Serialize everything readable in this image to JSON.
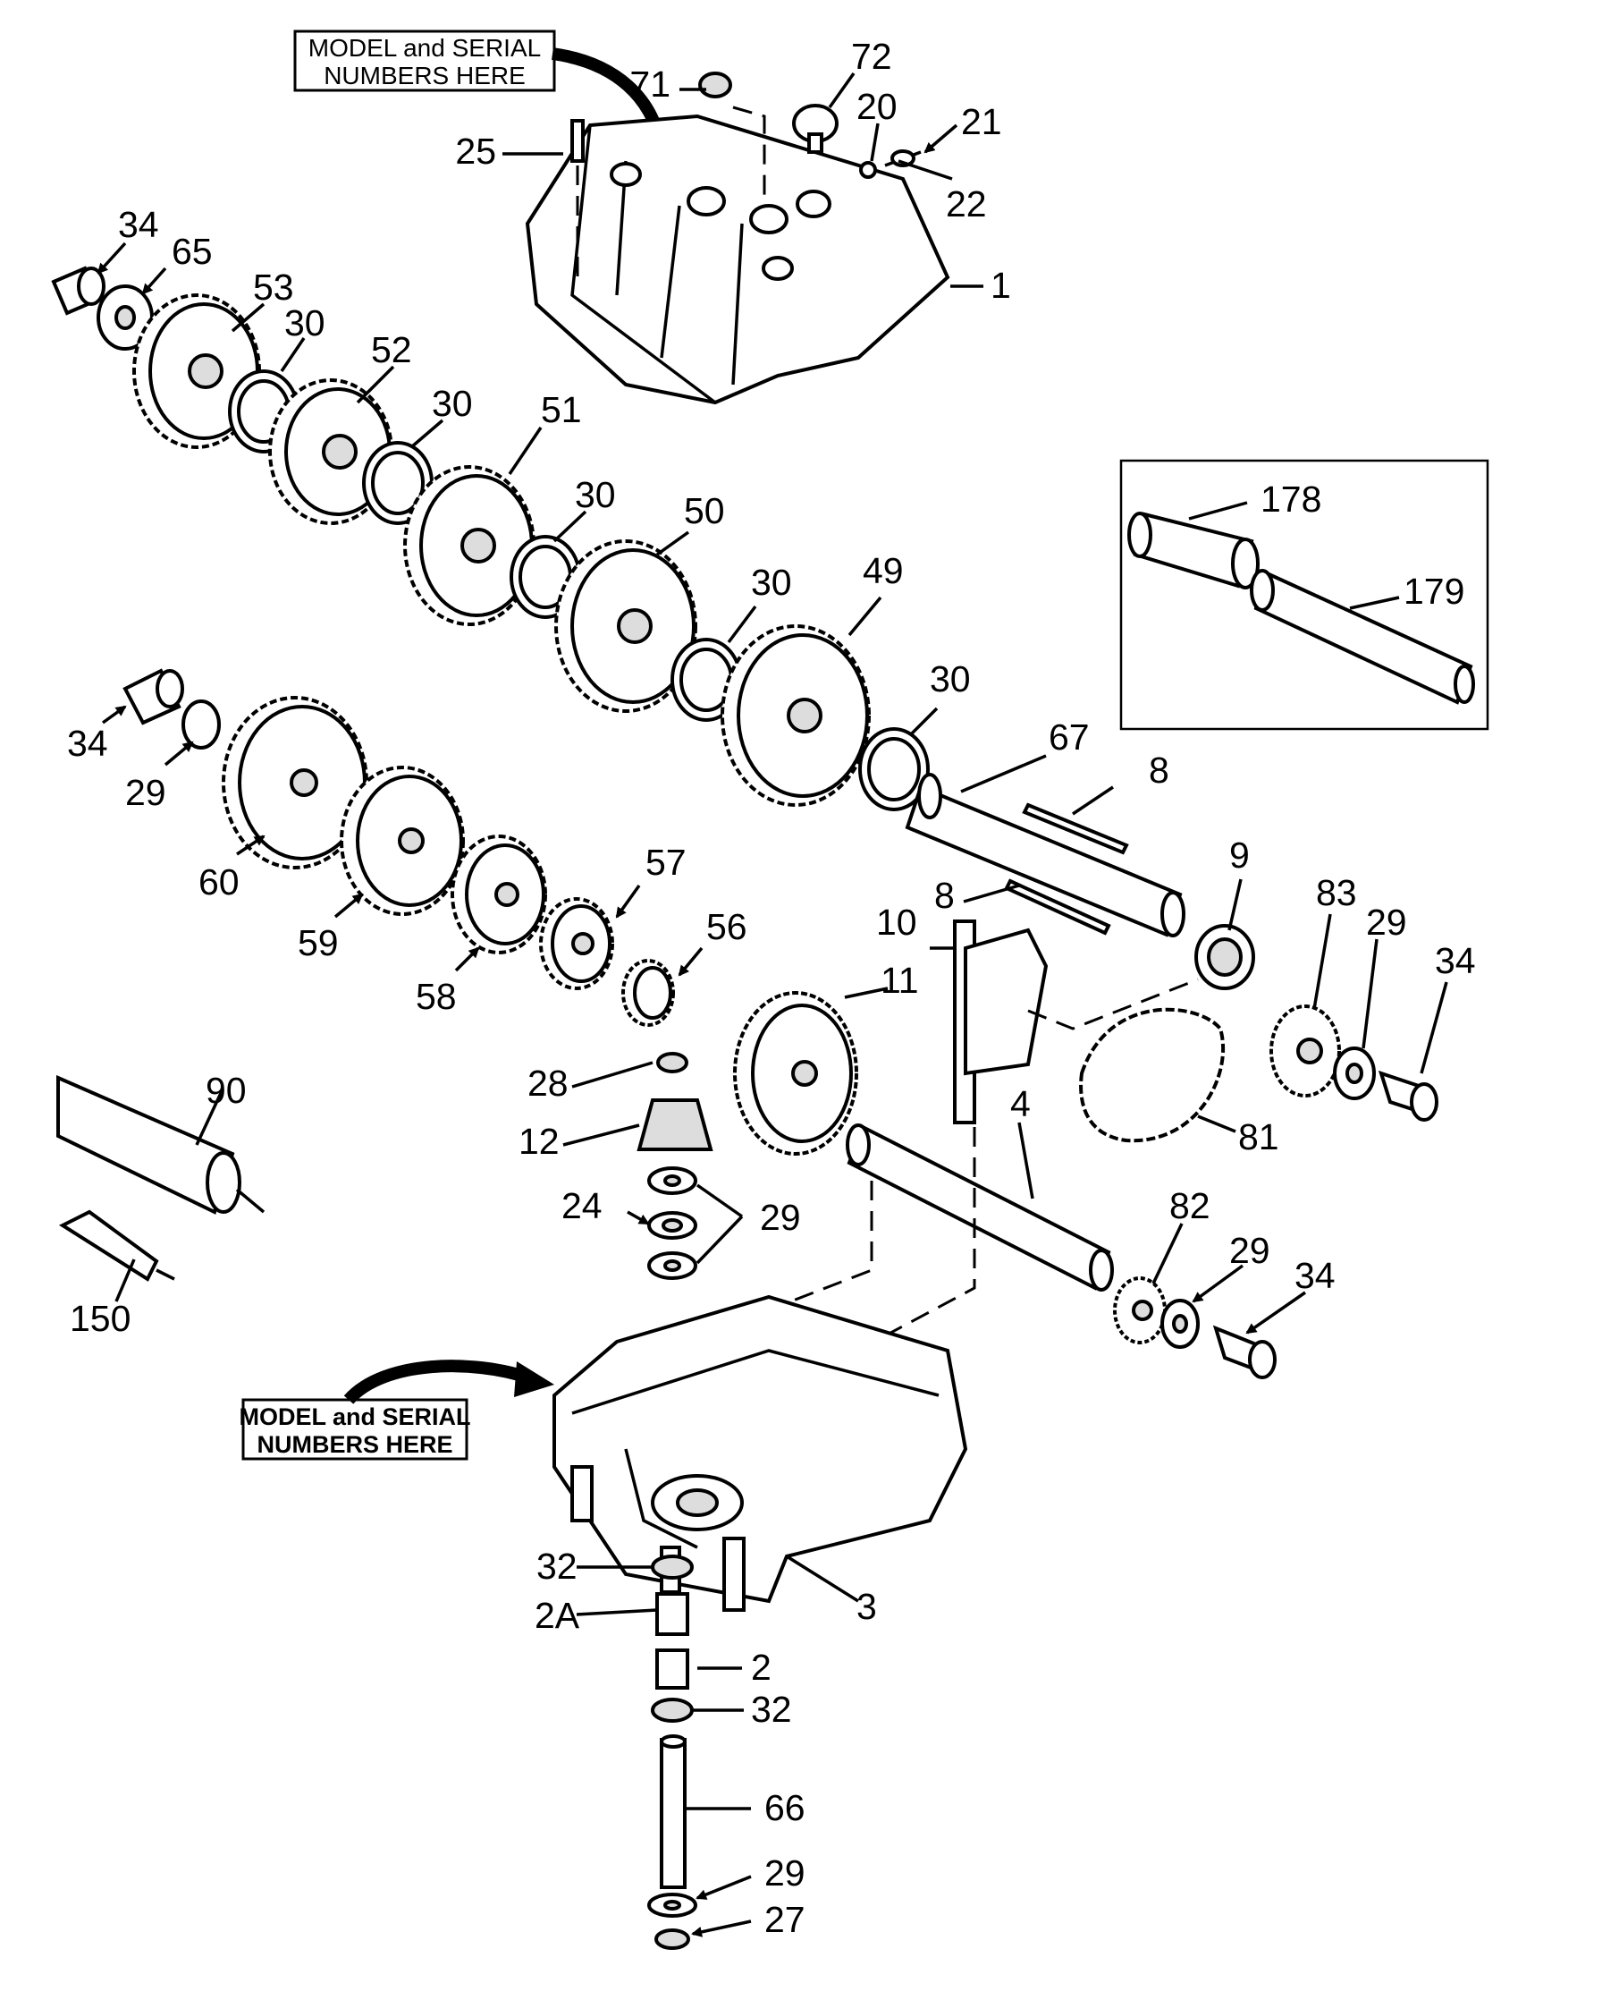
{
  "callouts": {
    "top": {
      "line1": "MODEL and SERIAL",
      "line2": "NUMBERS HERE"
    },
    "bottom": {
      "line1": "MODEL and SERIAL",
      "line2": "NUMBERS HERE"
    }
  },
  "labels": {
    "p71": "71",
    "p72": "72",
    "p20": "20",
    "p21": "21",
    "p25": "25",
    "p22": "22",
    "p1": "1",
    "p34a": "34",
    "p65": "65",
    "p53": "53",
    "p30a": "30",
    "p52": "52",
    "p30b": "30",
    "p51": "51",
    "p30c": "30",
    "p50": "50",
    "p30d": "30",
    "p49": "49",
    "p30e": "30",
    "p178": "178",
    "p179": "179",
    "p34b": "34",
    "p29a": "29",
    "p60": "60",
    "p59": "59",
    "p58": "58",
    "p57": "57",
    "p56": "56",
    "p67": "67",
    "p8a": "8",
    "p8b": "8",
    "p9": "9",
    "p83": "83",
    "p29b": "29",
    "p34c": "34",
    "p10": "10",
    "p11": "11",
    "p28": "28",
    "p12": "12",
    "p24": "24",
    "p29c": "29",
    "p90": "90",
    "p150": "150",
    "p4": "4",
    "p81": "81",
    "p82": "82",
    "p29d": "29",
    "p34d": "34",
    "p32a": "32",
    "p2A": "2A",
    "p3": "3",
    "p2": "2",
    "p32b": "32",
    "p66": "66",
    "p29e": "29",
    "p27": "27"
  }
}
